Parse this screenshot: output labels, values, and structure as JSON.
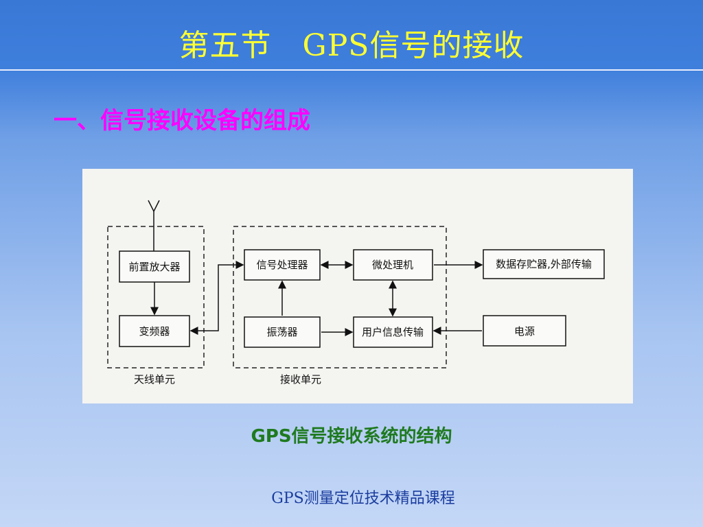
{
  "slide": {
    "title": "第五节　GPS信号的接收",
    "subtitle": "一、信号接收设备的组成",
    "caption": "GPS信号接收系统的结构",
    "footer": "GPS测量定位技术精品课程"
  },
  "diagram": {
    "boxes": {
      "preamp": "前置放大器",
      "converter": "变频器",
      "signal_proc": "信号处理器",
      "oscillator": "振荡器",
      "microproc": "微处理机",
      "user_info": "用户信息传输",
      "storage": "数据存贮器,外部传输",
      "power": "电源"
    },
    "groups": {
      "antenna_unit": "天线单元",
      "receiver_unit": "接收单元"
    }
  }
}
